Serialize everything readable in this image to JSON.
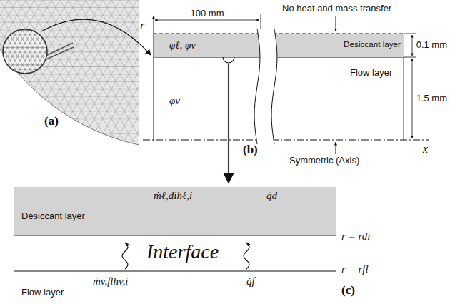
{
  "diagram": {
    "nodes": [
      {
        "text": [
          "φℓ, φv",
          "Desiccant layer"
        ]
      },
      {
        "text": [
          "φv",
          "Flow layer"
        ]
      },
      {
        "text": [
          "Desiccant layer",
          "ṁℓ,dihℓ,i",
          "q̇d"
        ]
      }
    ],
    "labels": [
      "No heat and mass transfer",
      "100 mm",
      "0.1 mm",
      "1.5 mm",
      "r",
      "x",
      "Symmetric (Axis)",
      "(a)",
      "(b)",
      "(c)",
      "Interface",
      "r = rdi",
      "r = rfl",
      "ṁv,flhv,i",
      "q̇f",
      "Flow layer"
    ]
  }
}
